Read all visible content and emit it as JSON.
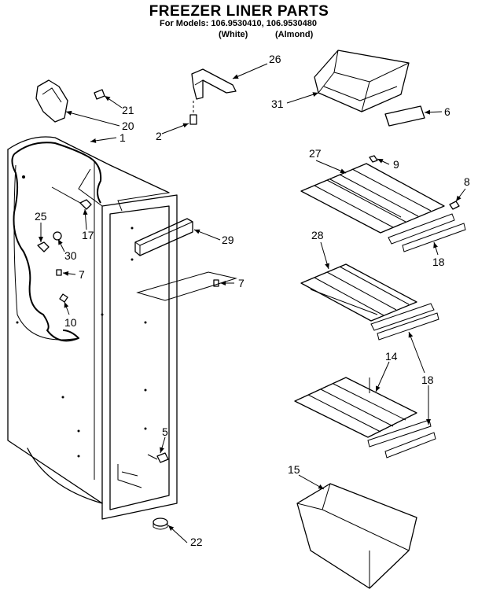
{
  "header": {
    "title": "FREEZER LINER PARTS",
    "models_line": "For Models: 106.9530410, 106.9530480",
    "white_label": "(White)",
    "almond_label": "(Almond)"
  },
  "callouts": {
    "c1": "1",
    "c2": "2",
    "c5": "5",
    "c6": "6",
    "c7a": "7",
    "c7b": "7",
    "c8": "8",
    "c9": "9",
    "c10": "10",
    "c14": "14",
    "c15": "15",
    "c17": "17",
    "c18a": "18",
    "c18b": "18",
    "c20": "20",
    "c21": "21",
    "c22": "22",
    "c25": "25",
    "c26": "26",
    "c27": "27",
    "c28": "28",
    "c29": "29",
    "c30": "30",
    "c31": "31"
  }
}
